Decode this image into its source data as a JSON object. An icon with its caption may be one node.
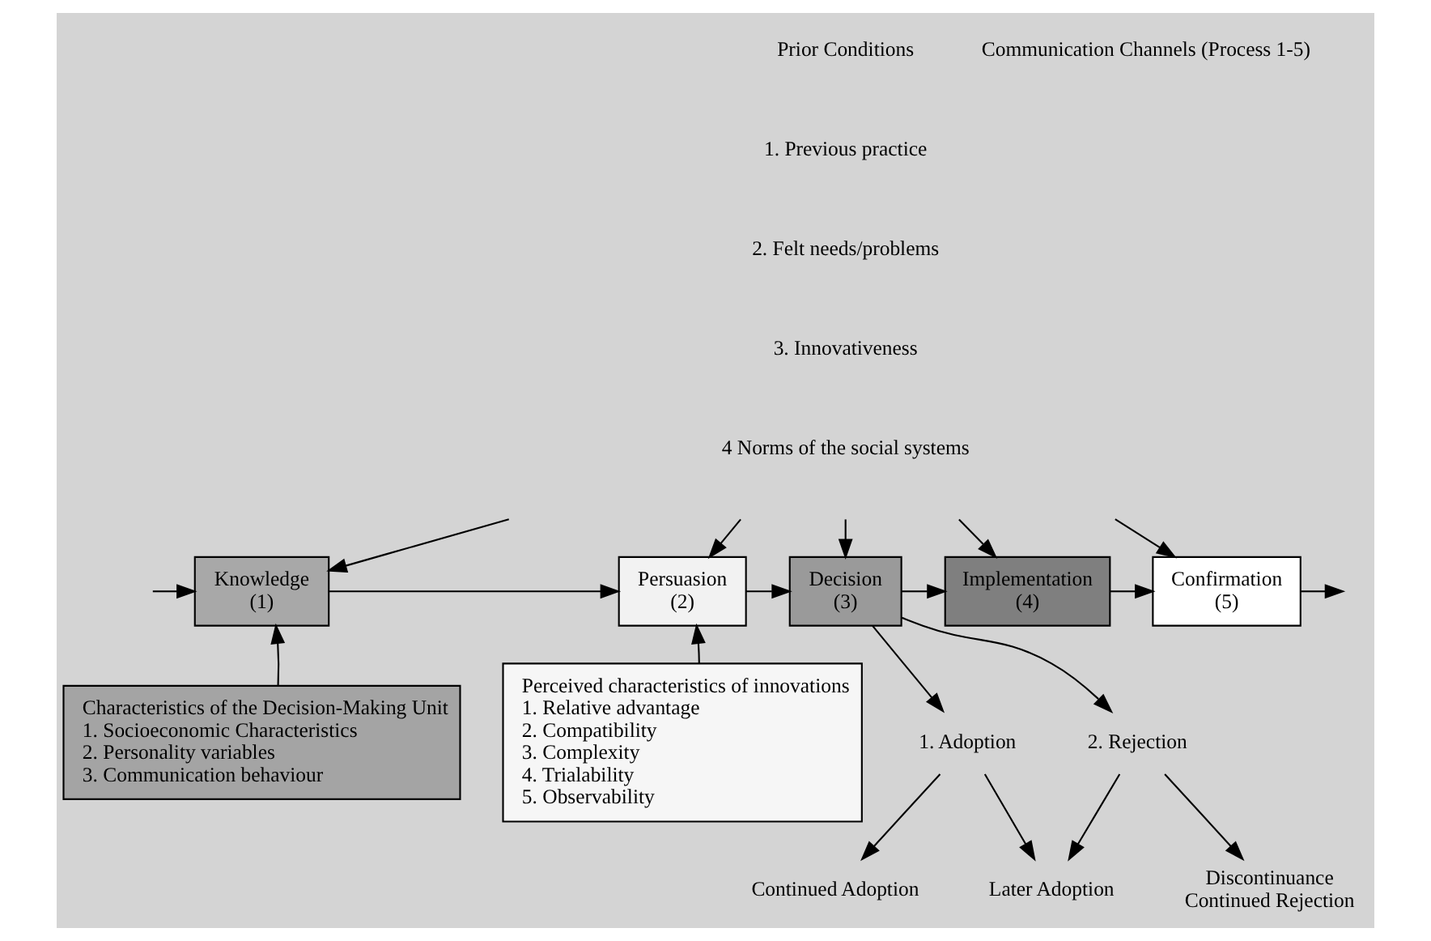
{
  "diagram": {
    "nodes": [
      {
        "text": [
          "Knowledge",
          "(1)"
        ]
      },
      {
        "text": [
          "Persuasion",
          "(2)"
        ]
      },
      {
        "text": [
          "Decision",
          "(3)"
        ]
      },
      {
        "text": [
          "Implementation",
          "(4)"
        ]
      },
      {
        "text": [
          "Confirmation",
          "(5)"
        ]
      },
      {
        "text": [
          "Characteristics of the Decision-Making Unit",
          "1. Socioeconomic Characteristics",
          "2. Personality variables",
          "3. Communication behaviour"
        ]
      },
      {
        "text": [
          "Perceived characteristics of innovations",
          "1. Relative advantage",
          "2. Compatibility",
          "3. Complexity",
          "4. Trialability",
          "5. Observability"
        ]
      },
      {
        "text": [
          "1. Adoption"
        ]
      },
      {
        "text": [
          "2. Rejection"
        ]
      },
      {
        "text": [
          "Continued Adoption"
        ]
      },
      {
        "text": [
          "Later Adoption"
        ]
      },
      {
        "text": [
          "Discontinuance",
          "Continued Rejection"
        ]
      }
    ],
    "edges": [
      {
        "from": null,
        "to": 0,
        "arrow": "to"
      },
      {
        "from": 0,
        "to": 1,
        "arrow": "to"
      },
      {
        "from": 1,
        "to": 2,
        "arrow": "to"
      },
      {
        "from": 2,
        "to": 3,
        "arrow": "to"
      },
      {
        "from": 3,
        "to": 4,
        "arrow": "to"
      },
      {
        "from": null,
        "to": 0,
        "arrow": "to"
      },
      {
        "from": null,
        "to": 1,
        "arrow": "to"
      },
      {
        "from": null,
        "to": 2,
        "arrow": "to"
      },
      {
        "from": null,
        "to": 3,
        "arrow": "to"
      },
      {
        "from": null,
        "to": 4,
        "arrow": "to"
      },
      {
        "from": 4,
        "to": null,
        "arrow": "to"
      },
      {
        "from": 5,
        "to": 0,
        "arrow": "to"
      },
      {
        "from": 6,
        "to": 1,
        "arrow": "to"
      },
      {
        "from": 2,
        "to": 7,
        "arrow": "to"
      },
      {
        "from": 2,
        "to": 8,
        "arrow": "to"
      },
      {
        "from": 7,
        "to": 9,
        "arrow": "to"
      },
      {
        "from": 7,
        "to": 10,
        "arrow": "to"
      },
      {
        "from": 8,
        "to": 10,
        "arrow": "to"
      },
      {
        "from": 8,
        "to": 11,
        "arrow": "to"
      }
    ],
    "labels": [
      "Prior Conditions",
      "Communication Channels (Process 1-5)",
      "1. Previous practice",
      "2. Felt needs/problems",
      "3. Innovativeness",
      "4 Norms of the social systems"
    ]
  }
}
